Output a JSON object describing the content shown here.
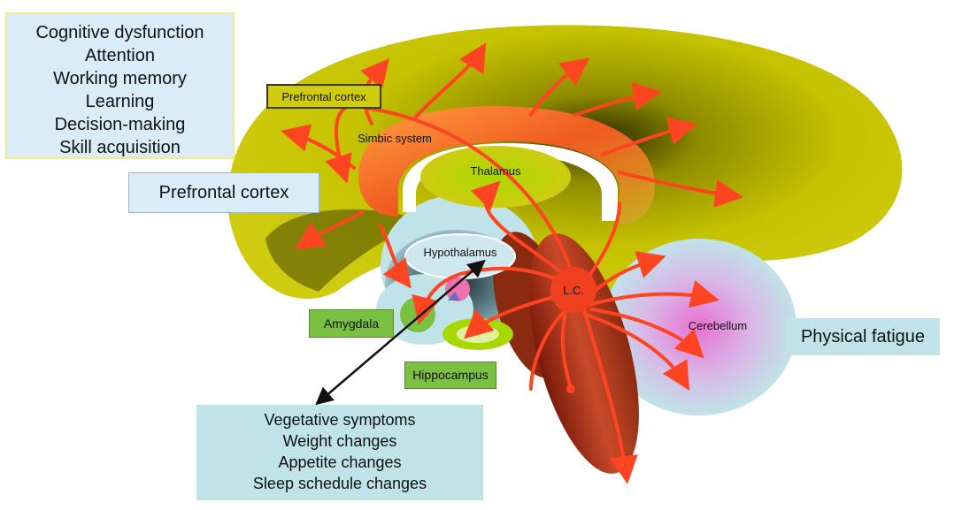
{
  "boxes": {
    "cognitive": {
      "lines": [
        "Cognitive dysfunction",
        "Attention",
        "Working memory",
        "Learning",
        "Decision-making",
        "Skill acquisition"
      ]
    },
    "prefrontal": {
      "label": "Prefrontal cortex"
    },
    "vegetative": {
      "lines": [
        "Vegetative symptoms",
        "Weight changes",
        "Appetite changes",
        "Sleep schedule changes"
      ]
    },
    "physical": {
      "label": "Physical fatigue"
    },
    "amygdala": {
      "label": "Amygdala"
    },
    "hippocampus": {
      "label": "Hippocampus"
    }
  },
  "brain_labels": {
    "prefrontal_cortex": "Prefrontal cortex",
    "simbic_system": "Simbic system",
    "thalamus": "Thalamus",
    "hypothalamus": "Hypothalamus",
    "locus_coeruleus": "L.C.",
    "cerebellum": "Cerebellum"
  },
  "colors": {
    "cortex": "#c8c400",
    "pathway": "#ff4422",
    "brainstem": "#b5301a",
    "limbic": "#f05a20",
    "amygdala_box": "#7ac143",
    "info_box": "#bfe3e8"
  }
}
